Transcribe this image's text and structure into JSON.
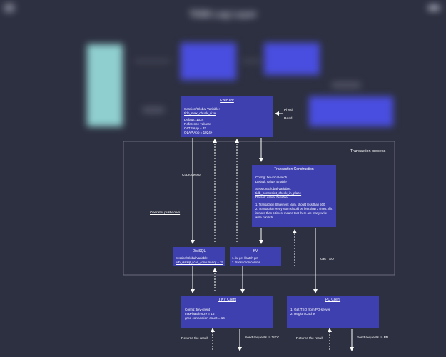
{
  "header": {
    "title": "TiDB Lag Layer",
    "title_blurred": true
  },
  "colors": {
    "background": "#2d3040",
    "box": "#3f40b0",
    "box_bright": "#4a4ee0",
    "teal_block": "#8fcfcf",
    "text": "#ffffff",
    "frame": "#6a6d80"
  },
  "icons": {
    "top_left": "menu-icon",
    "top_right": "more-icon"
  },
  "executor": {
    "title": "Executor",
    "lines": [
      "Session/Global Variable:",
      "tidb_max_chunk_size",
      "",
      "Default: 1024",
      "Reference values:",
      "OLTP App = 32",
      "OLAP App = 1024+"
    ]
  },
  "side_labels": {
    "physical": "Physi",
    "read": "Read"
  },
  "transaction_frame": {
    "label": "Transaction process"
  },
  "transaction_construction": {
    "title": "Transaction Construction",
    "lines": [
      "Config: txn-local-latch",
      "Default value: Enable",
      "",
      "Session/Global Variable:",
      "tidb_constraint_check_in_place",
      "Default value: Disable",
      "",
      "1. Transaction Statement Num, should less than 500.",
      "2. Transaction Retry Num should be less than 3 times. If it",
      "is more than 5 times, means that there are many write-",
      "write conflicts."
    ]
  },
  "coprocessor_label": "Coprocessor",
  "operator_pushdown_label": "Operator pushdown",
  "get_tso_label": "Get TSO",
  "distsql": {
    "title": "DistSQL",
    "lines": [
      "Session/Global Variable:",
      "tidb_distsql_scan_concurrency = 15"
    ]
  },
  "kv": {
    "title": "KV",
    "lines": [
      "1. kv get / batch get",
      "2. transaction commit"
    ]
  },
  "tikv_client": {
    "title": "TiKV Client",
    "lines": [
      "Config: tikv-client",
      "max-batch-size = 16",
      "grpc-connection-count = 16"
    ]
  },
  "pd_client": {
    "title": "PD Client",
    "lines": [
      "1. Get TSO from PD-server",
      "2. Region Cache"
    ]
  },
  "bottom_labels": {
    "returns_left": "Returns the result",
    "sends_tikv": "Send requests to TiKV",
    "returns_right": "Returns the result",
    "sends_pd": "Send requests to PD"
  }
}
